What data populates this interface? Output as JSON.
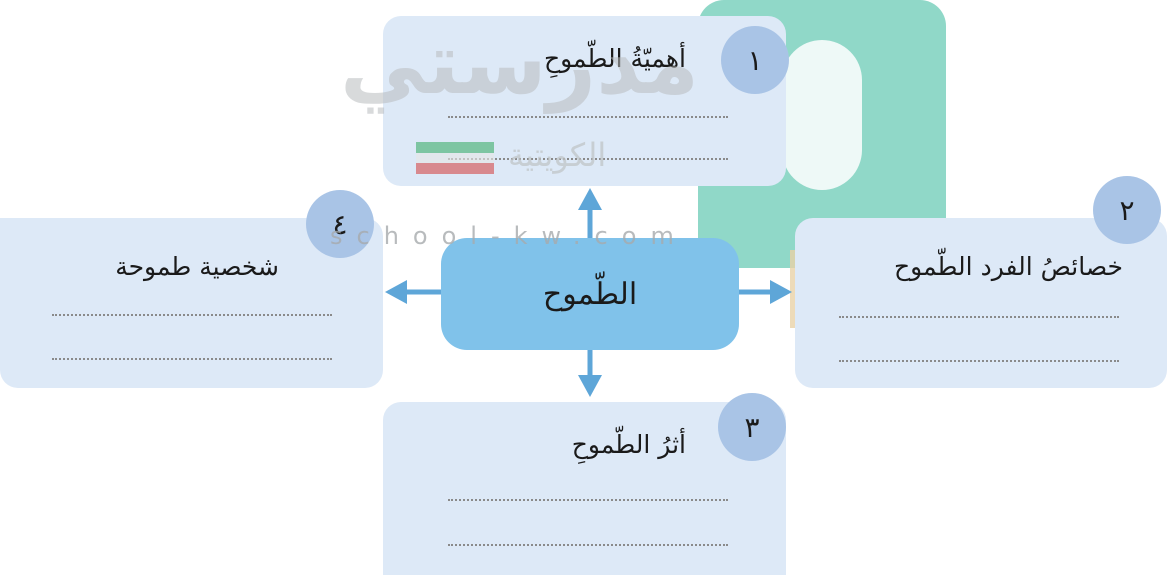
{
  "diagram": {
    "center_label": "الطّموح",
    "boxes": [
      {
        "number": "١",
        "title": "أهميّةُ الطّموحِ"
      },
      {
        "number": "٢",
        "title": "خصائصُ الفرد الطّموح"
      },
      {
        "number": "٣",
        "title": "أثرُ الطّموحِ"
      },
      {
        "number": "٤",
        "title": "شخصية طموحة"
      }
    ]
  },
  "watermark": {
    "brand": "مدرستي",
    "country": "الكويتية",
    "url": "school-kw.com"
  },
  "colors": {
    "box_fill": "#dde9f7",
    "badge_fill": "#a9c4e6",
    "center_fill": "#80c2ea",
    "arrow": "#5ea6d8",
    "watermark_green": "#3fbfa3"
  }
}
